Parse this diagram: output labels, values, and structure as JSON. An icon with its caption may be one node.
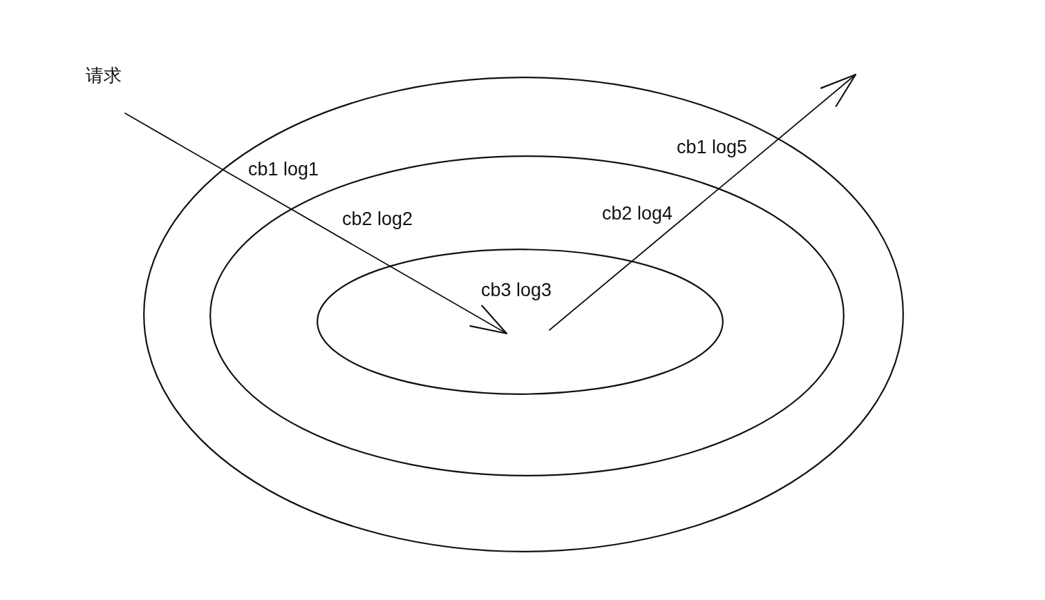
{
  "diagram": {
    "nodes": [
      {
        "text": [
          "请求"
        ]
      },
      {
        "text": [
          "cb1 log1",
          "cb1 log5"
        ]
      },
      {
        "text": [
          "cb2 log2",
          "cb2 log4"
        ],
        "in": 1
      },
      {
        "text": [
          "cb3 log3"
        ],
        "in": 2
      }
    ],
    "edges": [
      {
        "from": 0,
        "to": 3,
        "arrow": "to"
      },
      {
        "from": 3,
        "to": null,
        "arrow": "to"
      }
    ]
  }
}
